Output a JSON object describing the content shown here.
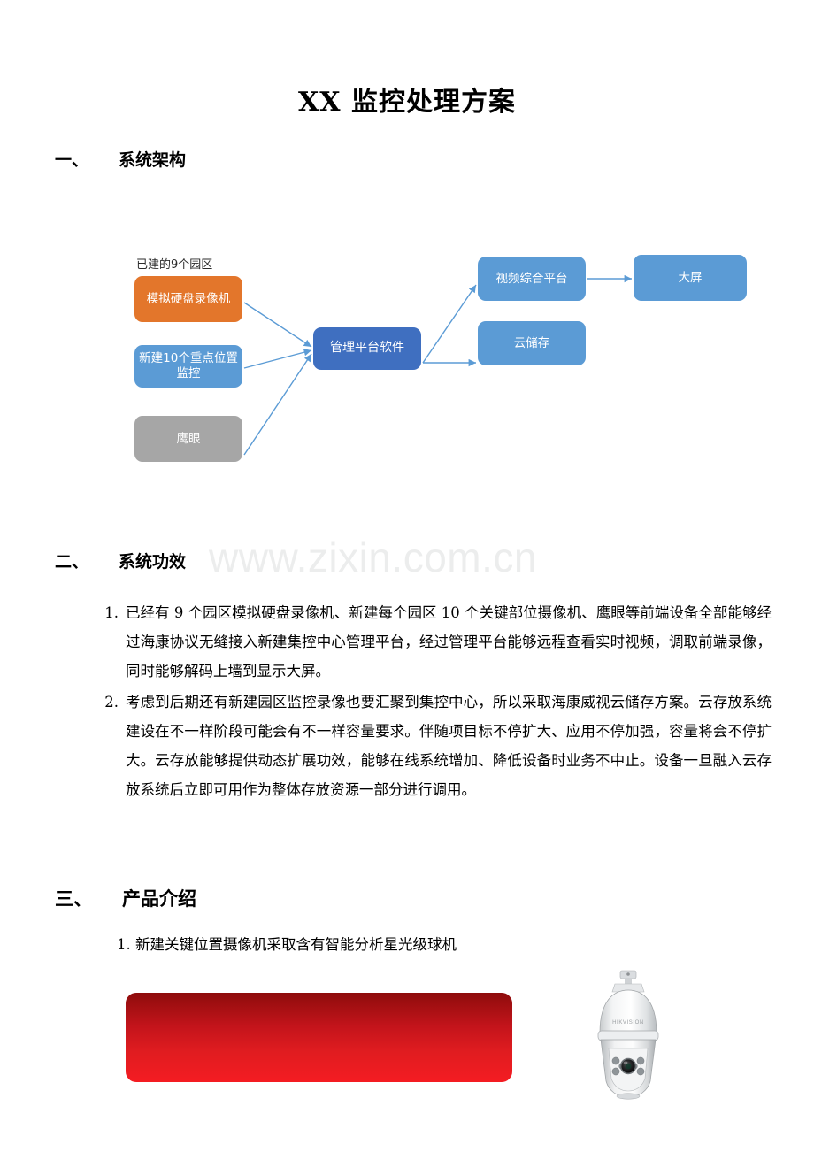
{
  "document": {
    "title": "XX 监控处理方案",
    "watermark": "www.zixin.com.cn"
  },
  "sections": [
    {
      "number": "一、",
      "title": "系统架构"
    },
    {
      "number": "二、",
      "title": "系统功效"
    },
    {
      "number": "三、",
      "title": "产品介绍"
    }
  ],
  "diagram": {
    "group_label": "已建的9个园区",
    "nodes": [
      {
        "id": "dvr",
        "label": "模拟硬盘录像机",
        "color": "#e3762b"
      },
      {
        "id": "new_key",
        "label": "新建10个重点位置监控",
        "color": "#5b9bd5"
      },
      {
        "id": "eagle_eye",
        "label": "鹰眼",
        "color": "#a6a6a6"
      },
      {
        "id": "platform",
        "label": "管理平台软件",
        "color": "#3f6fc0"
      },
      {
        "id": "video",
        "label": "视频综合平台",
        "color": "#5b9bd5"
      },
      {
        "id": "cloud",
        "label": "云储存",
        "color": "#5b9bd5"
      },
      {
        "id": "bigscreen",
        "label": "大屏",
        "color": "#5b9bd5"
      }
    ],
    "connector_color": "#5b9bd5",
    "edges": [
      {
        "from": "dvr",
        "to": "platform"
      },
      {
        "from": "new_key",
        "to": "platform"
      },
      {
        "from": "eagle_eye",
        "to": "platform"
      },
      {
        "from": "platform",
        "to": "video"
      },
      {
        "from": "platform",
        "to": "cloud"
      },
      {
        "from": "video",
        "to": "bigscreen"
      }
    ]
  },
  "function_list": [
    {
      "marker": "1.",
      "text": "已经有 9 个园区模拟硬盘录像机、新建每个园区 10 个关键部位摄像机、鹰眼等前端设备全部能够经过海康协议无缝接入新建集控中心管理平台，经过管理平台能够远程查看实时视频，调取前端录像，同时能够解码上墙到显示大屏。"
    },
    {
      "marker": "2.",
      "text": "考虑到后期还有新建园区监控录像也要汇聚到集控中心，所以采取海康威视云储存方案。云存放系统建设在不一样阶段可能会有不一样容量要求。伴随项目标不停扩大、应用不停加强，容量将会不停扩大。云存放能够提供动态扩展功效，能够在线系统增加、降低设备时业务不中止。设备一旦融入云存放系统后立即可用作为整体存放资源一部分进行调用。"
    }
  ],
  "product_section": {
    "item": "1. 新建关键位置摄像机采取含有智能分析星光级球机"
  },
  "figures": {
    "banner": {
      "name": "red-gradient-banner",
      "gradient_from": "#8e0c0c",
      "gradient_to": "#f41c22"
    },
    "camera": {
      "name": "hikvision-ptz-dome-camera",
      "brand": "HIKVISION"
    }
  }
}
